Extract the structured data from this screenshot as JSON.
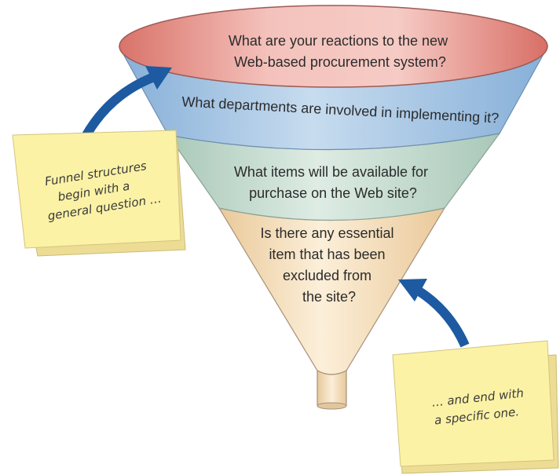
{
  "funnel": {
    "level_1": {
      "line_1": "What are your reactions to the new",
      "line_2": "Web-based procurement system?"
    },
    "level_2": {
      "line_1": "What departments are involved in implementing it?"
    },
    "level_3": {
      "line_1": "What items will be available for",
      "line_2": "purchase on the Web site?"
    },
    "level_4": {
      "line_1": "Is there any essential",
      "line_2": "item that has been",
      "line_3": "excluded from",
      "line_4": "the site?"
    }
  },
  "notes": {
    "left": {
      "line_1": "Funnel structures",
      "line_2": "begin with a",
      "line_3": "general question …"
    },
    "right": {
      "line_1": "… and end with",
      "line_2": "a specific one."
    }
  },
  "colors": {
    "level_1": "#e9a7a0",
    "level_1_rim": "#c95f55",
    "level_2": "#a9c9e6",
    "level_3": "#c9dfd3",
    "level_4": "#f6dfbd",
    "note": "#fbf2a6",
    "arrow": "#1d5aa1"
  }
}
